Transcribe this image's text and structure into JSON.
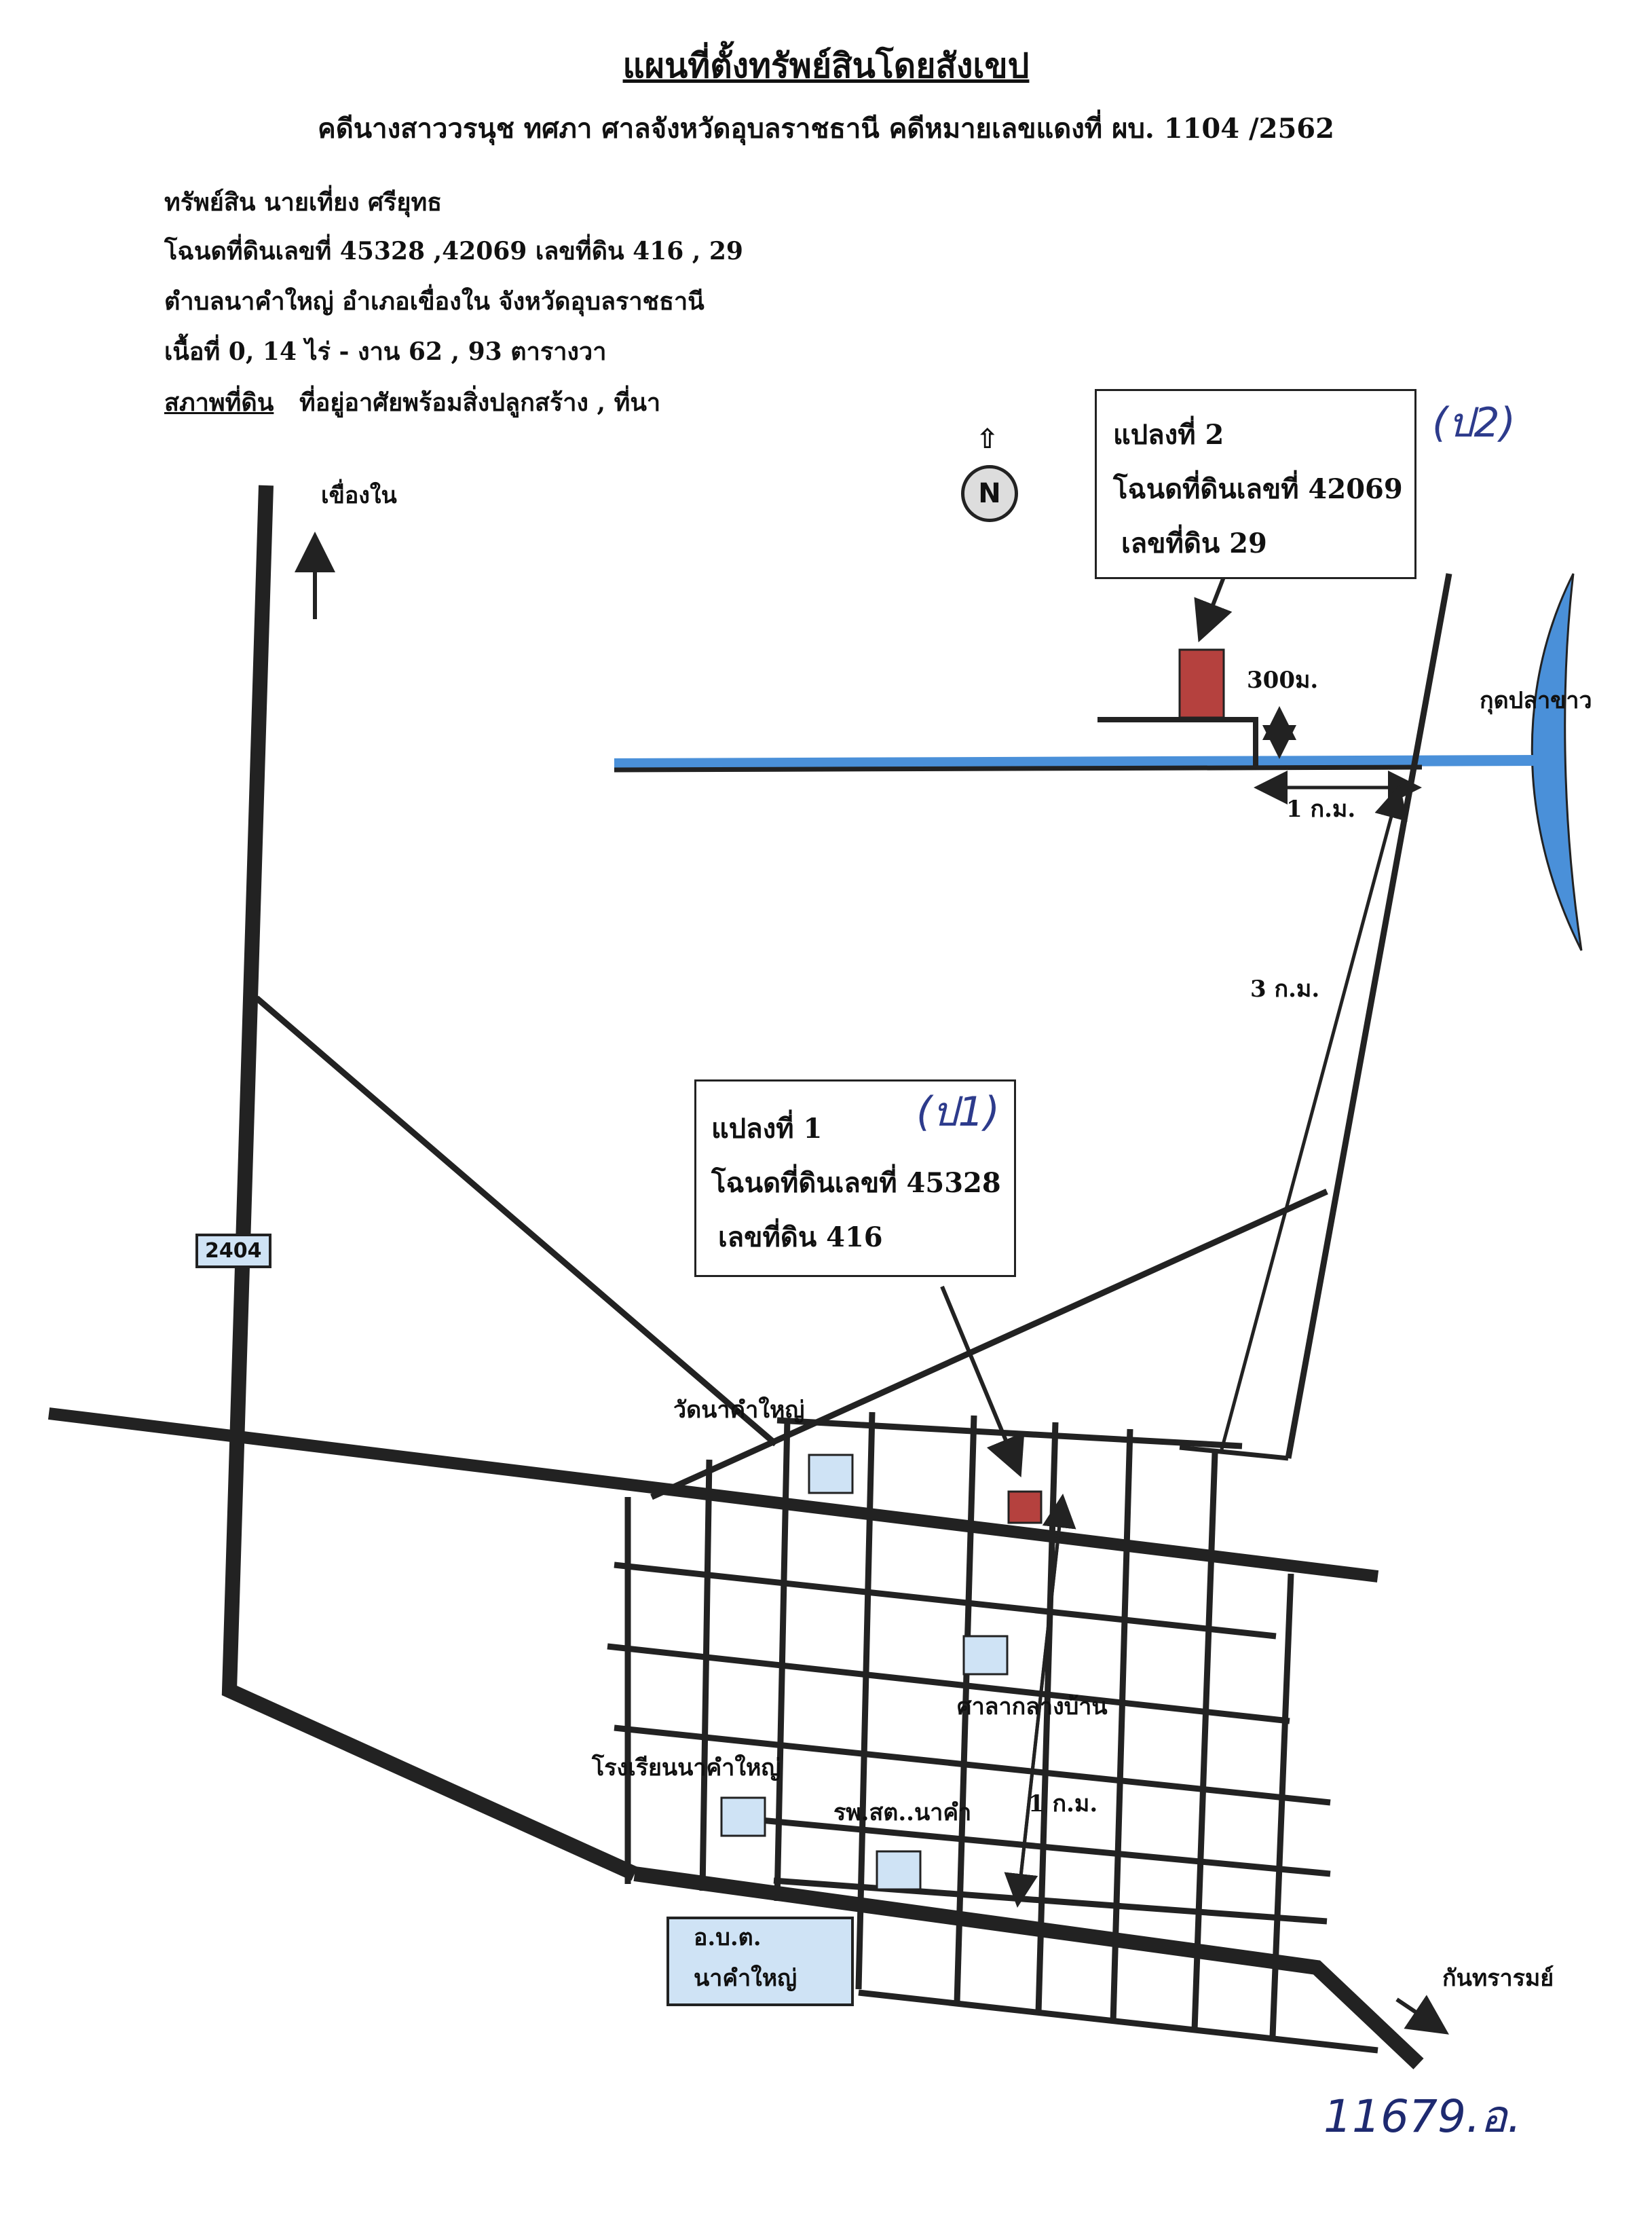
{
  "title": "แผนที่ตั้งทรัพย์สินโดยสังเขป",
  "subtitle": "คดีนางสาววรนุช  ทศภา  ศาลจังหวัดอุบลราชธานี คดีหมายเลขแดงที่   ผบ. 1104 /2562",
  "property": {
    "owner": "ทรัพย์สิน นายเที่ยง  ศรียุทธ",
    "deeds": "โฉนดที่ดินเลขที่  45328 ,42069   เลขที่ดิน 416 ,  29",
    "location": "ตำบลนาคำใหญ่  อำเภอเขื่องใน  จังหวัดอุบลราชธานี",
    "area": "เนื้อที่ 0, 14 ไร่   - งาน  62  ,  93  ตารางวา",
    "condition_label": "สภาพที่ดิน",
    "condition_value": "ที่อยู่อาศัยพร้อมสิ่งปลูกสร้าง , ที่นา"
  },
  "plot2": {
    "line1": "แปลงที่ 2",
    "line2": "โฉนดที่ดินเลขที่ 42069",
    "line3": "เลขที่ดิน 29",
    "note": "(ป2)"
  },
  "plot1": {
    "line1": "แปลงที่ 1",
    "line2": "โฉนดที่ดินเลขที่ 45328",
    "line3": "เลขที่ดิน 416",
    "note": "(ป1)"
  },
  "labels": {
    "north_town": "เขื่องใน",
    "compass": "N",
    "compass_up": "⇧",
    "dist_300m": "300ม.",
    "dist_1km_top": "1 ก.ม.",
    "dist_3km": "3 ก.ม.",
    "dist_1km_town": "1 ก.ม.",
    "pond": "กุดปลาขาว",
    "route": "2404",
    "temple": "วัดนาคำใหญ่",
    "hall": "ศาลากลางบ้าน",
    "school": "โรงเรียนนาคำใหญ่",
    "clinic": "รพ.สต..นาคำ",
    "obt_line1": "อ.บ.ต.",
    "obt_line2": "นาคำใหญ่",
    "southeast": "กันทรารมย์"
  },
  "footer_note": "11679.อ.",
  "colors": {
    "road": "#222222",
    "water": "#4a90d9",
    "plot": "#b5413e",
    "building": "#cfe3f5"
  }
}
